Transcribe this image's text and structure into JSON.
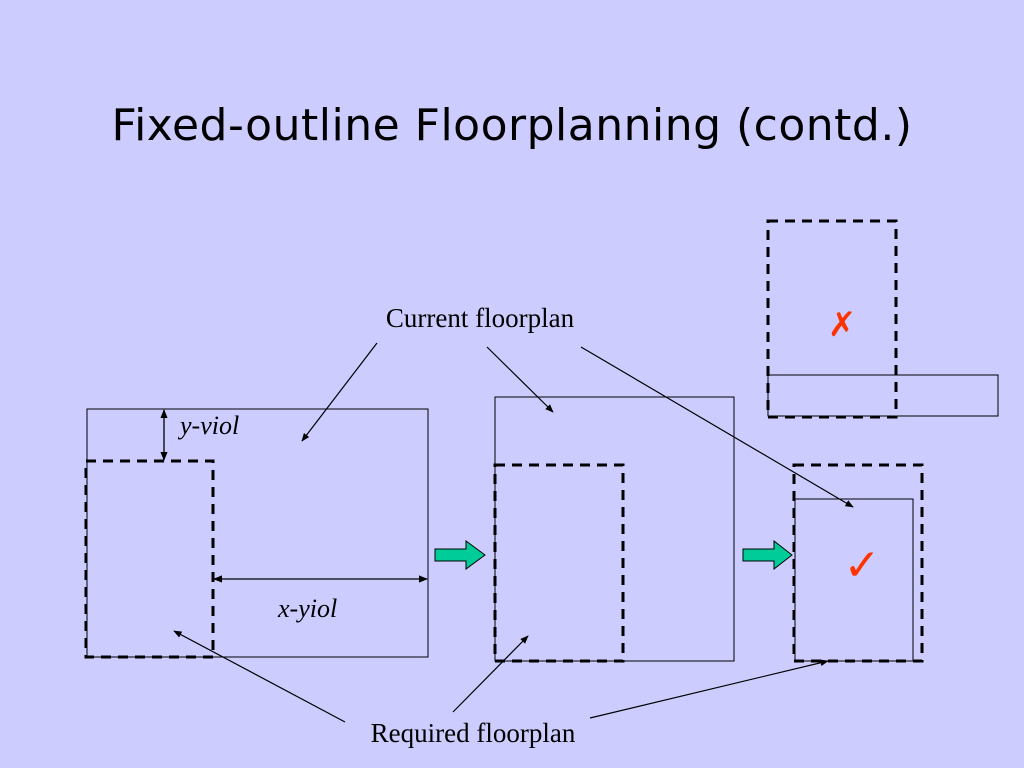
{
  "title": "Fixed-outline Floorplanning (contd.)",
  "labels": {
    "current_floorplan": "Current floorplan",
    "required_floorplan": "Required floorplan",
    "y_violation": "y-viol",
    "x_violation": "x-yiol"
  },
  "marks": {
    "reject": "✗",
    "accept": "✓"
  },
  "colors": {
    "background": "#CCCCFF",
    "arrow_fill": "#00CC99",
    "mark": "#FF3300"
  }
}
